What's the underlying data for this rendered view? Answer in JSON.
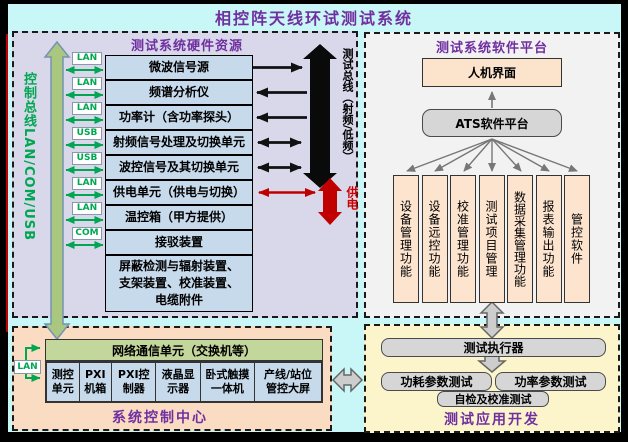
{
  "title": "相控阵天线环试测试系统",
  "colors": {
    "accent_purple": "#7030a0",
    "green": "#00a651",
    "red_bus": "#c00000",
    "cyan_bg": "#c9f6f6"
  },
  "hardware": {
    "header": "测试系统硬件资源",
    "control_bus_label": "控制总线LAN/COM/USB",
    "test_bus_label": "测试总线（射频/低频）",
    "power_label": "供电",
    "rows": [
      {
        "conn": "LAN",
        "label": "微波信号源"
      },
      {
        "conn": "LAN",
        "label": "频谱分析仪"
      },
      {
        "conn": "LAN",
        "label": "功率计（含功率探头）"
      },
      {
        "conn": "USB",
        "label": "射频信号处理及切换单元"
      },
      {
        "conn": "USB",
        "label": "波控信号及其切换单元"
      },
      {
        "conn": "LAN",
        "label": "供电单元（供电与切换）"
      },
      {
        "conn": "LAN",
        "label": "温控箱（甲方提供）"
      },
      {
        "conn": "COM",
        "label": "接驳装置"
      }
    ],
    "accessories": {
      "line1": "屏蔽检测与辐射装置、",
      "line2": "支架装置、校准装置、",
      "line3": "电缆附件"
    }
  },
  "software": {
    "header": "测试系统软件平台",
    "hmi": "人机界面",
    "ats": "ATS软件平台",
    "functions": [
      "设备管理功能",
      "设备远控功能",
      "校准管理功能",
      "测试项目管理",
      "数据采集管理功能",
      "报表输出功能",
      "管控软件"
    ]
  },
  "control_center": {
    "bar": "网络通信单元（交换机等）",
    "conn": "LAN",
    "devices": [
      {
        "line1": "测控",
        "line2": "单元"
      },
      {
        "line1": "PXI",
        "line2": "机箱"
      },
      {
        "line1": "PXI控",
        "line2": "制器"
      },
      {
        "line1": "液晶显",
        "line2": "示器"
      },
      {
        "line1": "卧式触摸",
        "line2": "一体机"
      },
      {
        "line1": "产线/站位",
        "line2": "管控大屏"
      }
    ],
    "caption": "系统控制中心"
  },
  "app_dev": {
    "executor": "测试执行器",
    "test1": "功耗参数测试",
    "test2": "功率参数测试",
    "test3": "自检及校准测试",
    "caption": "测试应用开发"
  }
}
